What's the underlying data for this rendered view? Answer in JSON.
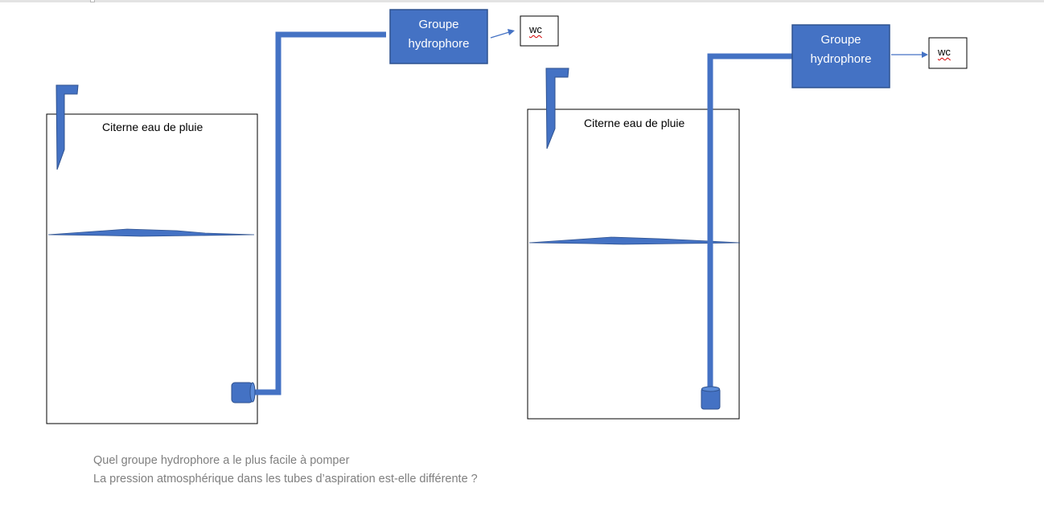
{
  "colors": {
    "pipe": "#4472c4",
    "box_fill": "#4472c4",
    "box_border": "#2f528f",
    "question_text": "#7f7f7f"
  },
  "left_setup": {
    "tank_label": "Citerne eau de pluie",
    "pump_group_label": "Groupe\nhydrophore",
    "wc_label": "wc"
  },
  "right_setup": {
    "tank_label": "Citerne eau de pluie",
    "pump_group_label": "Groupe\nhydrophore",
    "wc_label": "wc"
  },
  "questions": [
    "Quel groupe hydrophore a le plus facile à pomper",
    "La pression atmosphérique dans les tubes d’aspiration est-elle différente ?"
  ]
}
